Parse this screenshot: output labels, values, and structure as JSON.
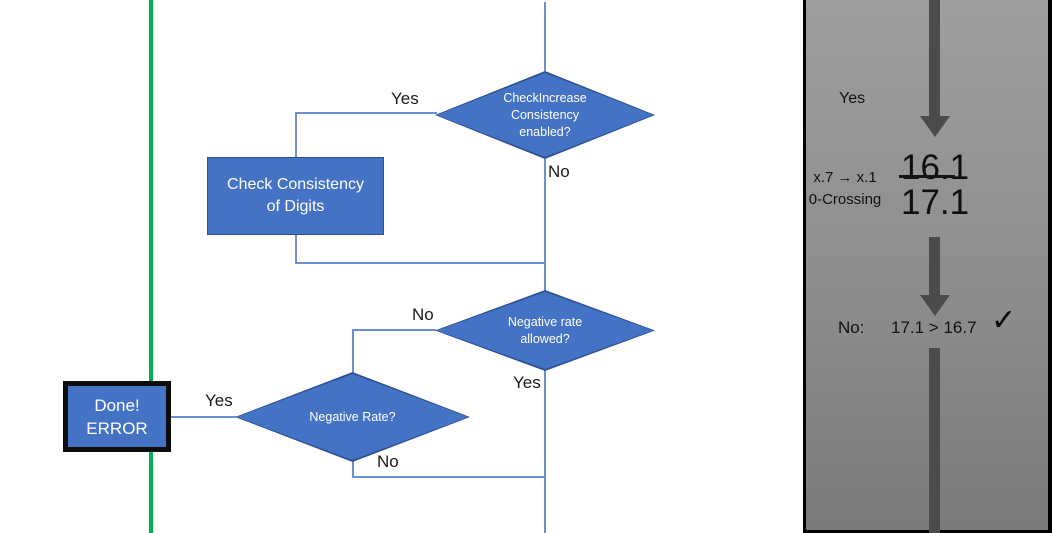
{
  "flowchart": {
    "decision_checkincrease": {
      "line1": "CheckIncrease",
      "line2": "Consistency",
      "line3": "enabled?"
    },
    "process_check_consistency": {
      "line1": "Check Consistency",
      "line2": "of Digits"
    },
    "decision_negative_rate_allowed": {
      "line1": "Negative rate",
      "line2": "allowed?"
    },
    "decision_negative_rate": {
      "line1": "Negative Rate?"
    },
    "terminator_done_error": {
      "line1": "Done!",
      "line2": "ERROR"
    },
    "labels": {
      "checkincrease_yes": "Yes",
      "checkincrease_no": "No",
      "negative_rate_allowed_no": "No",
      "negative_rate_allowed_yes": "Yes",
      "negative_rate_yes": "Yes",
      "negative_rate_no": "No"
    }
  },
  "side_panel": {
    "yes_label": "Yes",
    "transition": "x.7 → x.1",
    "transition_caption": "0-Crossing",
    "old_value": "16.1",
    "new_value": "17.1",
    "result_label": "No:",
    "comparison": "17.1 > 16.7",
    "checkmark": "✓"
  },
  "colors": {
    "shape_blue": "#4472C4",
    "shape_border": "#2F528F",
    "connector_blue": "#6B8FD3",
    "green_line": "#00B050",
    "arrow_gray": "#4B4B4B",
    "panel_gray_top": "#9E9E9E",
    "panel_gray_bottom": "#7A7A7A"
  }
}
